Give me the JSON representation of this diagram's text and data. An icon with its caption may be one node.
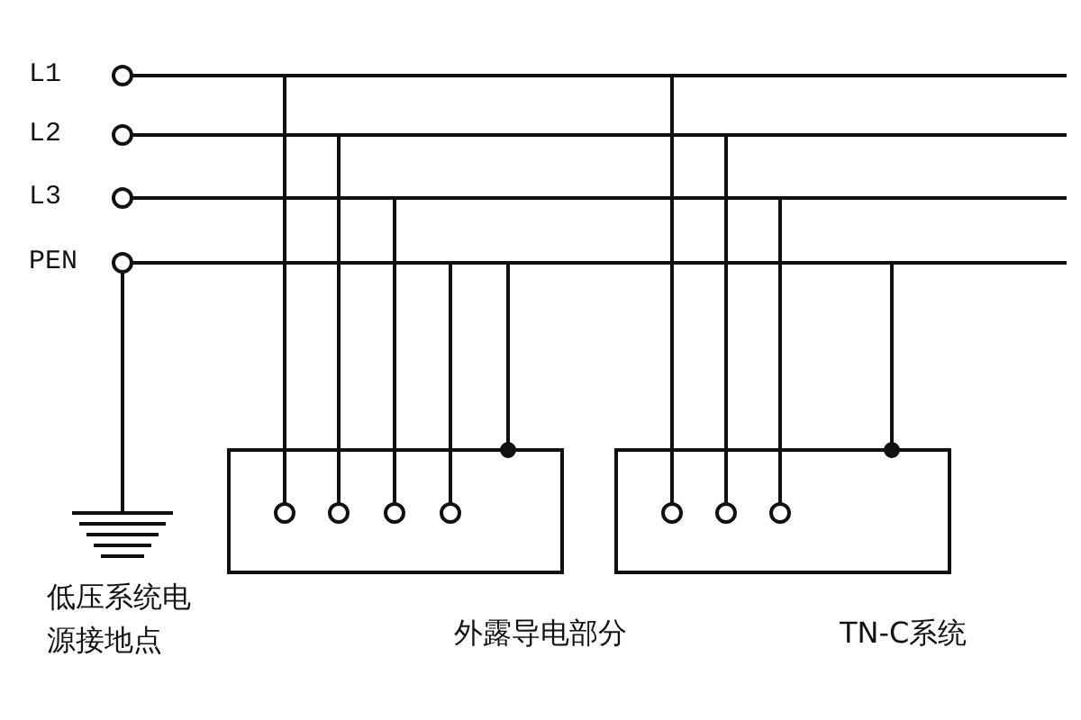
{
  "diagram": {
    "labels": [
      "L1",
      "L2",
      "L3",
      "PEN",
      "低压系统电源接地点",
      "外露导电部分",
      "TN-C系统"
    ]
  }
}
